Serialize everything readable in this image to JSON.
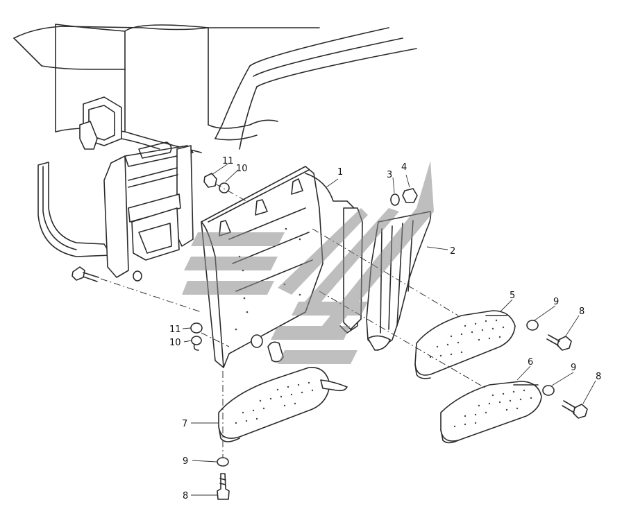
{
  "callouts": [
    {
      "id": "c1",
      "label": "1"
    },
    {
      "id": "c2",
      "label": "2"
    },
    {
      "id": "c3",
      "label": "3"
    },
    {
      "id": "c4",
      "label": "4"
    },
    {
      "id": "c5",
      "label": "5"
    },
    {
      "id": "c6",
      "label": "6"
    },
    {
      "id": "c7",
      "label": "7"
    },
    {
      "id": "c8a",
      "label": "8"
    },
    {
      "id": "c8b",
      "label": "8"
    },
    {
      "id": "c8c",
      "label": "8"
    },
    {
      "id": "c9a",
      "label": "9"
    },
    {
      "id": "c9b",
      "label": "9"
    },
    {
      "id": "c9c",
      "label": "9"
    },
    {
      "id": "c10a",
      "label": "10"
    },
    {
      "id": "c10b",
      "label": "10"
    },
    {
      "id": "c11a",
      "label": "11"
    },
    {
      "id": "c11b",
      "label": "11"
    }
  ],
  "colors": {
    "line": "#2a2a2a",
    "watermark": "#8a8a8a"
  },
  "icons": [
    "watermark-logo-icon"
  ]
}
